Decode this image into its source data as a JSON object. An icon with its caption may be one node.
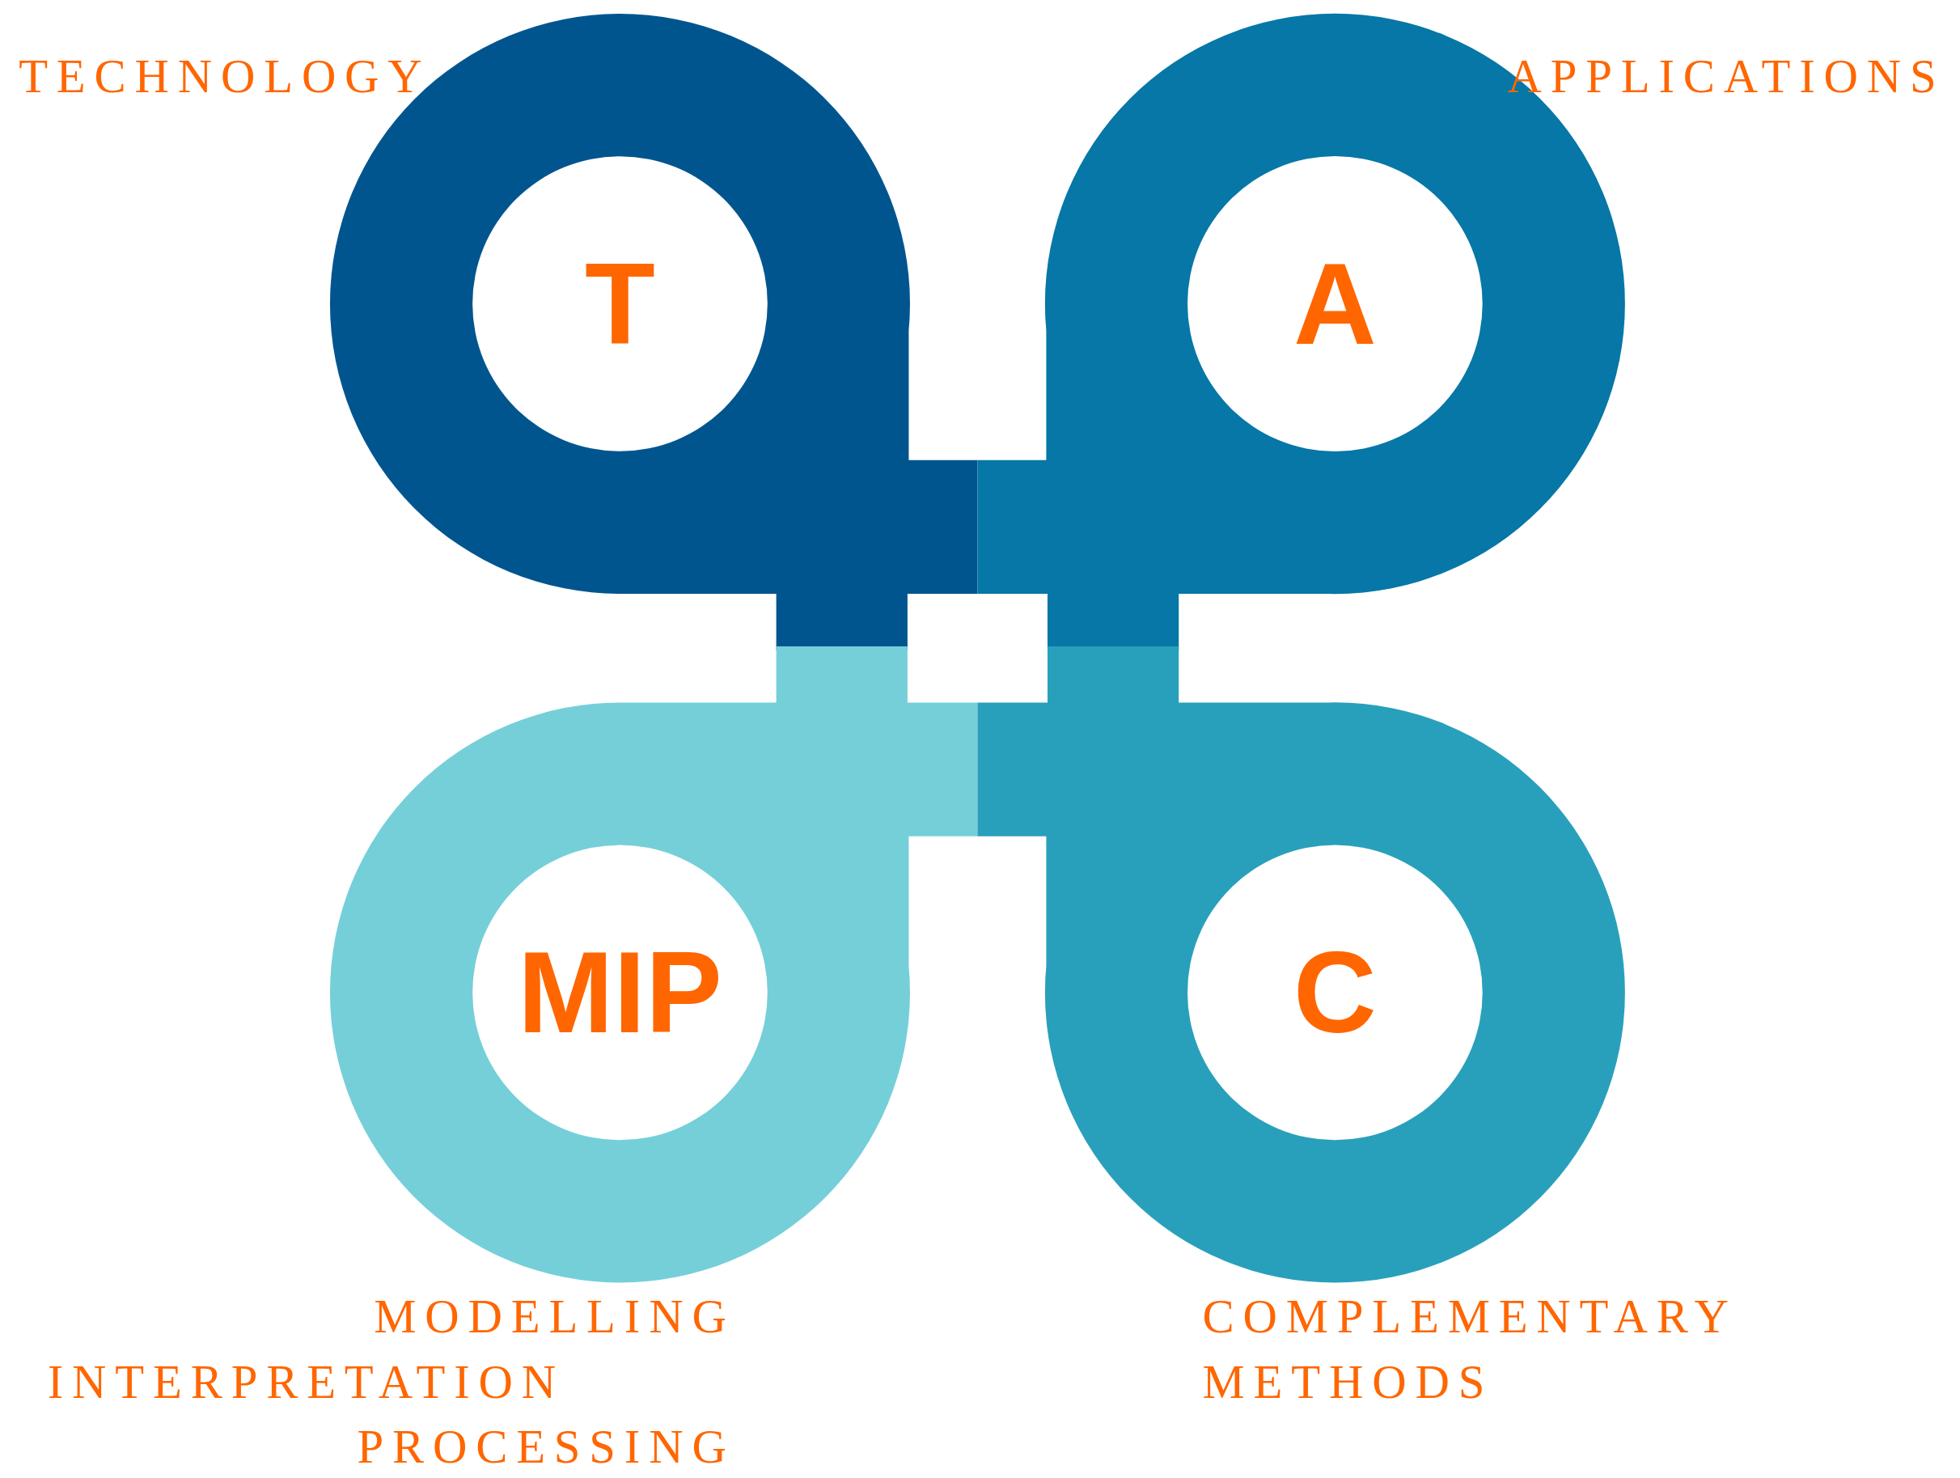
{
  "diagram": {
    "nodes": [
      {
        "text": [
          "T"
        ],
        "beside": [
          "TECHNOLOGY"
        ]
      },
      {
        "text": [
          "A"
        ],
        "beside": [
          "APPLICATIONS"
        ]
      },
      {
        "text": [
          "MIP"
        ],
        "beside": [
          "MODELLING",
          "INTERPRETATION",
          "PROCESSING"
        ]
      },
      {
        "text": [
          "C"
        ],
        "beside": [
          "COMPLEMENTARY",
          "METHODS"
        ]
      }
    ],
    "edges": []
  }
}
